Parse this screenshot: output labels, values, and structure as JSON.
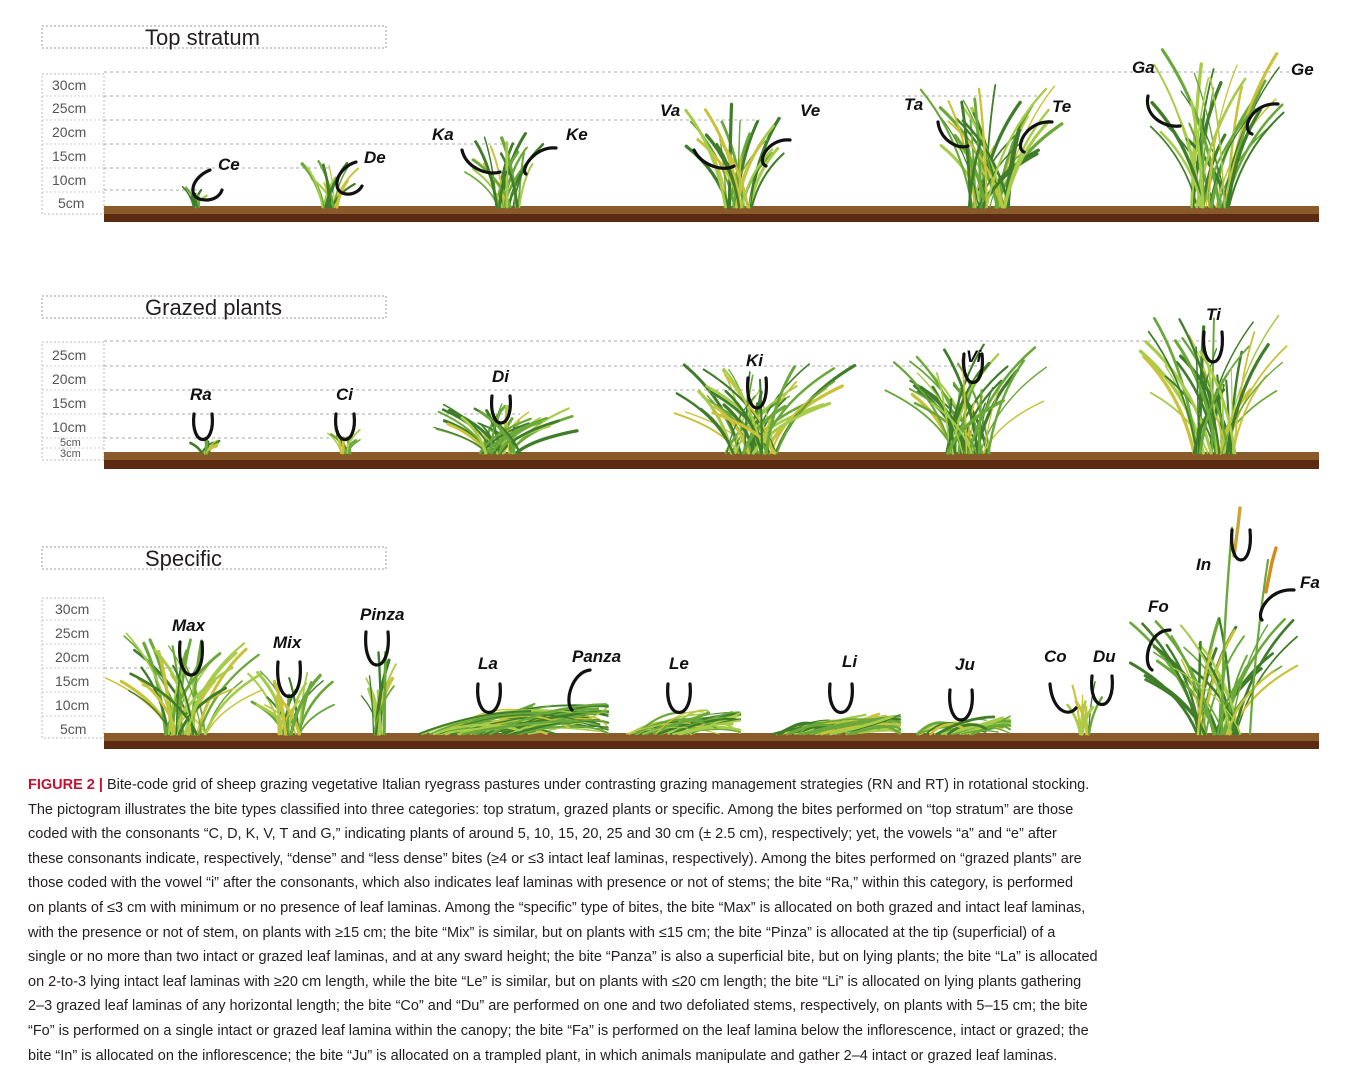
{
  "panels": [
    {
      "title": "Top stratum",
      "scale": [
        "30cm",
        "25cm",
        "20cm",
        "15cm",
        "10cm",
        "5cm"
      ],
      "bites": [
        {
          "label": "Ce"
        },
        {
          "label": "De"
        },
        {
          "label": "Ka"
        },
        {
          "label": "Ke"
        },
        {
          "label": "Va"
        },
        {
          "label": "Ve"
        },
        {
          "label": "Ta"
        },
        {
          "label": "Te"
        },
        {
          "label": "Ga"
        },
        {
          "label": "Ge"
        }
      ]
    },
    {
      "title": "Grazed plants",
      "scale": [
        "25cm",
        "20cm",
        "15cm",
        "10cm",
        "5cm",
        "3cm"
      ],
      "bites": [
        {
          "label": "Ra"
        },
        {
          "label": "Ci"
        },
        {
          "label": "Di"
        },
        {
          "label": "Ki"
        },
        {
          "label": "Vi"
        },
        {
          "label": "Ti"
        }
      ]
    },
    {
      "title": "Specific",
      "scale": [
        "30cm",
        "25cm",
        "20cm",
        "15cm",
        "10cm",
        "5cm"
      ],
      "bites": [
        {
          "label": "Max"
        },
        {
          "label": "Mix"
        },
        {
          "label": "Pinza"
        },
        {
          "label": "La"
        },
        {
          "label": "Panza"
        },
        {
          "label": "Le"
        },
        {
          "label": "Li"
        },
        {
          "label": "Ju"
        },
        {
          "label": "Co"
        },
        {
          "label": "Du"
        },
        {
          "label": "Fo"
        },
        {
          "label": "In"
        },
        {
          "label": "Fa"
        }
      ]
    }
  ],
  "caption": {
    "figure_label": "FIGURE 2 |",
    "lines": [
      " Bite-code grid of sheep grazing vegetative Italian ryegrass pastures under contrasting grazing management strategies (RN and RT) in rotational stocking.",
      "The pictogram illustrates the bite types classified into three categories: top stratum, grazed plants or specific. Among the bites performed on “top stratum” are those",
      "coded with the consonants “C, D, K, V, T and G,” indicating plants of around 5, 10, 15, 20, 25 and 30 cm (± 2.5 cm), respectively; yet, the vowels “a” and “e” after",
      "these consonants indicate, respectively, “dense” and “less dense” bites (≥4 or ≤3 intact leaf laminas, respectively). Among the bites performed on “grazed plants” are",
      "those coded with the vowel “i” after the consonants, which also indicates leaf laminas with presence or not of stems; the bite “Ra,” within this category, is performed",
      "on plants of ≤3 cm with minimum or no presence of leaf laminas. Among the “specific” type of bites, the bite “Max” is allocated on both grazed and intact leaf laminas,",
      "with the presence or not of stem, on plants with ≥15 cm; the bite “Mix” is similar, but on plants with ≤15 cm; the bite “Pinza” is allocated at the tip (superficial) of a",
      "single or no more than two intact or grazed leaf laminas, and at any sward height; the bite “Panza” is also a superficial bite, but on lying plants; the bite “La” is allocated",
      "on 2-to-3 lying intact leaf laminas with ≥20 cm length, while the bite “Le” is similar, but on plants with ≤20 cm length; the bite “Li” is allocated on lying plants gathering",
      "2–3 grazed leaf laminas of any horizontal length; the bite “Co” and “Du” are performed on one and two defoliated stems, respectively, on plants with 5–15 cm; the bite",
      "“Fo” is performed on a single intact or grazed leaf lamina within the canopy; the bite “Fa” is performed on the leaf lamina below the inflorescence, intact or grazed; the",
      "bite “In” is allocated on the inflorescence; the bite “Ju” is allocated on a trampled plant, in which animals manipulate and gather 2–4 intact or grazed leaf laminas."
    ]
  },
  "colors": {
    "soil_top": "#8b5a2b",
    "soil_bottom": "#5a2a12",
    "grass_dark": "#3f7d2a",
    "grass_mid": "#6aa83a",
    "grass_light": "#a6cc4a",
    "grass_yellow": "#c9c23a",
    "bite_mark": "#111111",
    "guide_line": "#aaaaaa",
    "caption_label": "#c8102e"
  }
}
